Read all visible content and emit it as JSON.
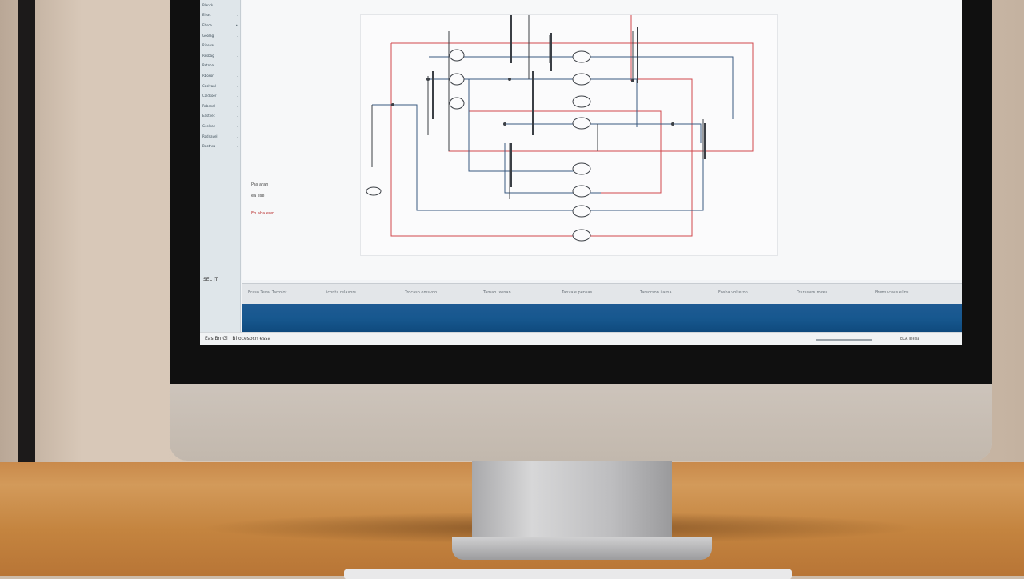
{
  "left_panel": {
    "rows": [
      {
        "label": "Blanck",
        "value": "."
      },
      {
        "label": "Elvac",
        "value": "."
      },
      {
        "label": "Ebsca",
        "value": "•"
      },
      {
        "label": "Geolag",
        "value": "."
      },
      {
        "label": "Ribsoar",
        "value": "."
      },
      {
        "label": "Resbag",
        "value": "."
      },
      {
        "label": "Retnoa",
        "value": "."
      },
      {
        "label": "Rboson",
        "value": "."
      },
      {
        "label": "Caslvanl",
        "value": "."
      },
      {
        "label": "Caldsoer",
        "value": "."
      },
      {
        "label": "Rebsnal",
        "value": "."
      },
      {
        "label": "Eastnec",
        "value": "."
      },
      {
        "label": "Geslnac",
        "value": "."
      },
      {
        "label": "Rodnavel",
        "value": "."
      },
      {
        "label": "Bootnsa",
        "value": "."
      }
    ]
  },
  "canvas": {
    "label_a": "Pas aran",
    "label_b": "ea ese",
    "label_c": "Eb aba ewr"
  },
  "properties_label": "SEL JT",
  "status_strip": [
    "Eraso Teval Tarrolot",
    "iconta relaxors",
    "Trocaso omsvoo",
    "Tamao Ixenan",
    "Tanvale pensas",
    "Tarsorson ilarna",
    "Fosba volteron",
    "Trarasom roves",
    "Brem vrass ellns"
  ],
  "bottom_status": {
    "left_text": "Eas Bn Gl · Bi  ocesocn essa",
    "right_text": "ELA  Ieesa"
  },
  "colors": {
    "wire_red": "#d0474c",
    "wire_blue": "#3a5a80",
    "wire_dark": "#3b3f45",
    "taskbar_blue": "#1a5a93"
  },
  "icons": {
    "component": "resistor-symbol",
    "node": "junction-dot"
  }
}
